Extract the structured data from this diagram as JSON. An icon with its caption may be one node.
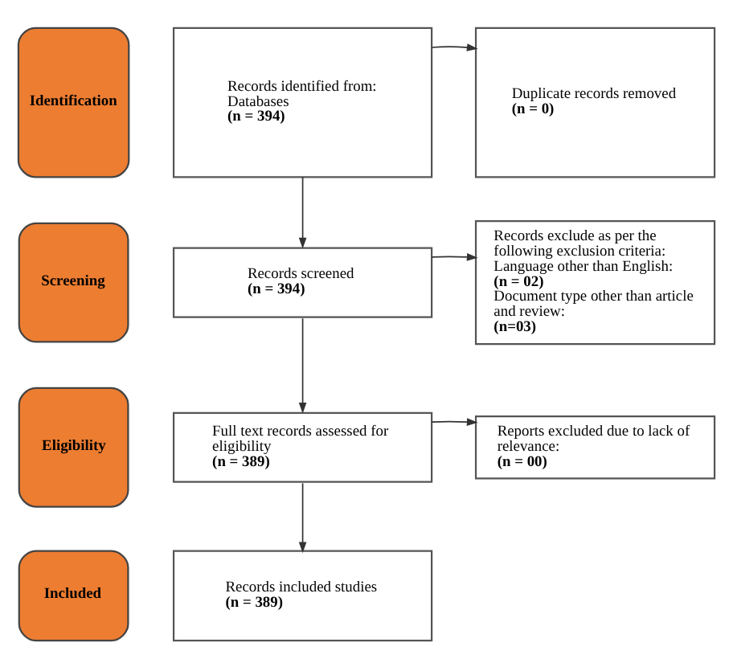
{
  "diagram": {
    "nodes": [
      {
        "text": [
          "Identification"
        ]
      },
      {
        "text": [
          "Records identified from: Databases",
          "(n = 394)"
        ]
      },
      {
        "text": [
          "Duplicate records removed",
          "(n = 0)"
        ]
      },
      {
        "text": [
          "Screening"
        ]
      },
      {
        "text": [
          "Records screened",
          "(n = 394)"
        ]
      },
      {
        "text": [
          "Records exclude as per the following exclusion criteria:",
          "Language other than English:",
          "(n = 02)",
          "Document type other than article and review:",
          "(n=03)"
        ]
      },
      {
        "text": [
          "Eligibility"
        ]
      },
      {
        "text": [
          "Full text records assessed for eligibility",
          "(n = 389)"
        ]
      },
      {
        "text": [
          "Reports excluded due to lack of relevance:",
          "(n = 00)"
        ]
      },
      {
        "text": [
          "Included"
        ]
      },
      {
        "text": [
          "Records included studies",
          "(n = 389)"
        ]
      }
    ],
    "edges": [
      {
        "from": 1,
        "to": 2,
        "arrow": "to"
      },
      {
        "from": 1,
        "to": 4,
        "arrow": "to"
      },
      {
        "from": 4,
        "to": 5,
        "arrow": "to"
      },
      {
        "from": 4,
        "to": 7,
        "arrow": "to"
      },
      {
        "from": 7,
        "to": 8,
        "arrow": "to"
      },
      {
        "from": 7,
        "to": 10,
        "arrow": "to"
      }
    ]
  }
}
